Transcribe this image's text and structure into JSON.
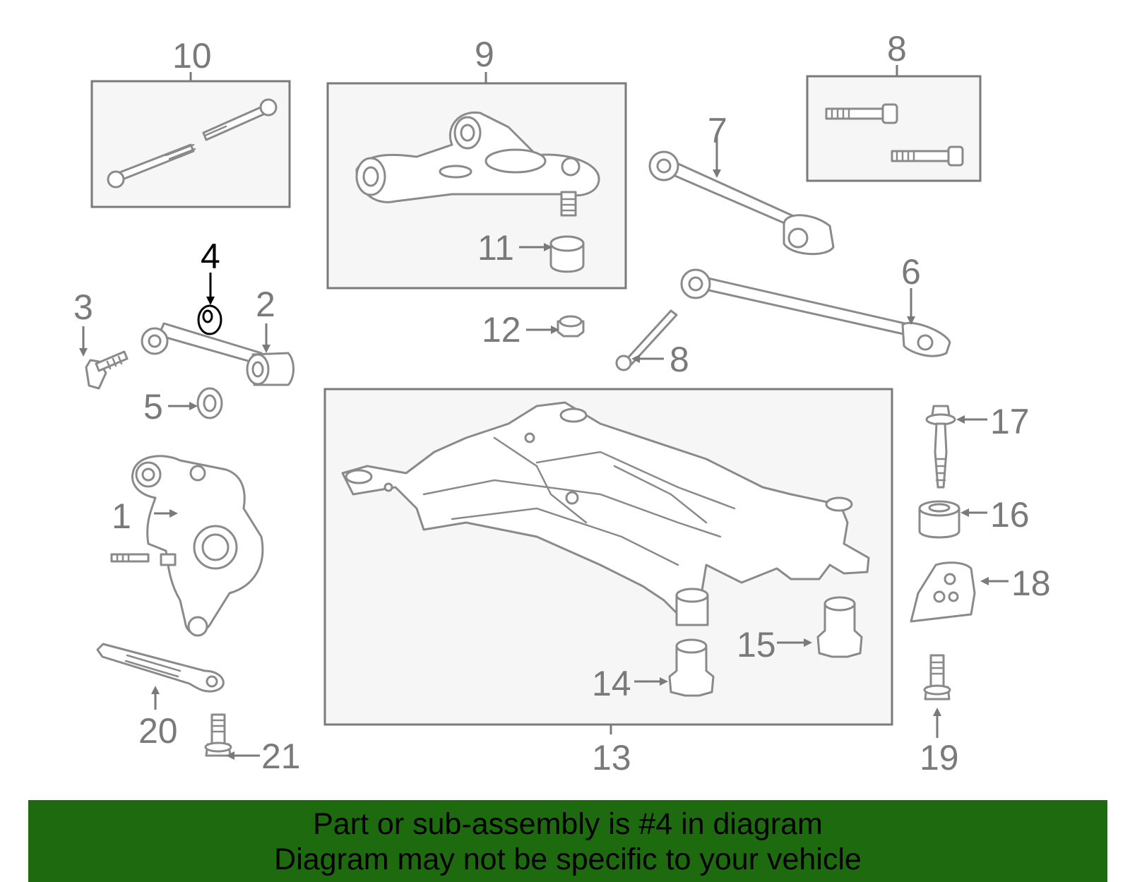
{
  "callouts": {
    "c1": "1",
    "c2": "2",
    "c3": "3",
    "c4": "4",
    "c5": "5",
    "c6": "6",
    "c7": "7",
    "c8a": "8",
    "c8b": "8",
    "c9": "9",
    "c10": "10",
    "c11": "11",
    "c12": "12",
    "c13": "13",
    "c14": "14",
    "c15": "15",
    "c16": "16",
    "c17": "17",
    "c18": "18",
    "c19": "19",
    "c20": "20",
    "c21": "21"
  },
  "highlight": {
    "part_number": "4",
    "color": "#000000"
  },
  "colors": {
    "banner": "#1e6b0f",
    "part_stroke": "#8a8a8a",
    "box_fill": "#f6f6f6"
  },
  "banner": {
    "line1": "Part or sub-assembly is #4 in diagram",
    "line2": "Diagram may not be specific to your vehicle"
  }
}
